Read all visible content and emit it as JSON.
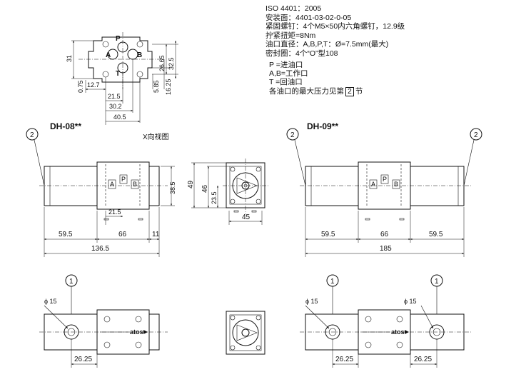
{
  "specs": {
    "line1": "ISO 4401：2005",
    "line2": "安装面：4401-03-02-0-05",
    "line3": "紧固螺钉：4个M5×50内六角螺钉，12.9级",
    "line4": "拧紧扭矩=8Nm",
    "line5": "油口直径：A,B,P,T：Ø=7.5mm(最大)",
    "line6": "密封圈：4个“O”型108"
  },
  "legend": {
    "p": "P   =进油口",
    "ab": "A,B=工作口",
    "t": "T   =回油口",
    "pressure_pre": "各油口的最大压力见第",
    "pressure_box": "2",
    "pressure_post": "节"
  },
  "titles": {
    "left": "DH-08**",
    "right": "DH-09**",
    "view_x": "X向视图"
  },
  "callouts": {
    "two": "2",
    "one": "1"
  },
  "port_labels": {
    "p": "P",
    "a": "A",
    "b": "B",
    "t": "T"
  },
  "mounting_dims": {
    "d31": "31",
    "d0_75": "0.75",
    "d12_7": "12.7",
    "d21_5": "21.5",
    "d30_2": "30.2",
    "d40_5": "40.5",
    "d5_85": "5.85",
    "d16_25": "16.25",
    "d26_65": "26.65",
    "d32_5": "32.5"
  },
  "left_dims": {
    "h38_5": "38.5",
    "d21_5": "21.5",
    "d59_5": "59.5",
    "d66": "66",
    "d11": "11",
    "d136_5": "136.5"
  },
  "end_dims": {
    "h49": "49",
    "h46": "46",
    "h23_5": "23.5",
    "w45": "45"
  },
  "right_dims": {
    "d59_5a": "59.5",
    "d66": "66",
    "d59_5b": "59.5",
    "d185": "185"
  },
  "bottom_dims": {
    "phi15": "ϕ 15",
    "d26_25": "26.25"
  },
  "brand": "atos"
}
